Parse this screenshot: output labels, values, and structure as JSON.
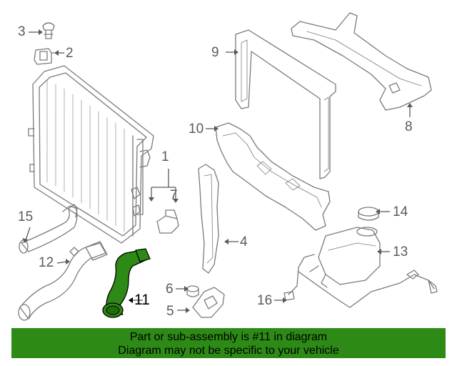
{
  "diagram": {
    "callouts": [
      "1",
      "2",
      "3",
      "4",
      "5",
      "6",
      "7",
      "8",
      "9",
      "10",
      "11",
      "12",
      "13",
      "14",
      "15",
      "16"
    ],
    "highlighted_part": "11",
    "highlight_color": "#2e8a16",
    "line_color": "#7a7a7a",
    "label_color": "#5a5a5a"
  },
  "banner": {
    "line1": "Part or sub-assembly is #11 in diagram",
    "line2": "Diagram may not be specific to your vehicle",
    "background": "#2e8a16"
  }
}
